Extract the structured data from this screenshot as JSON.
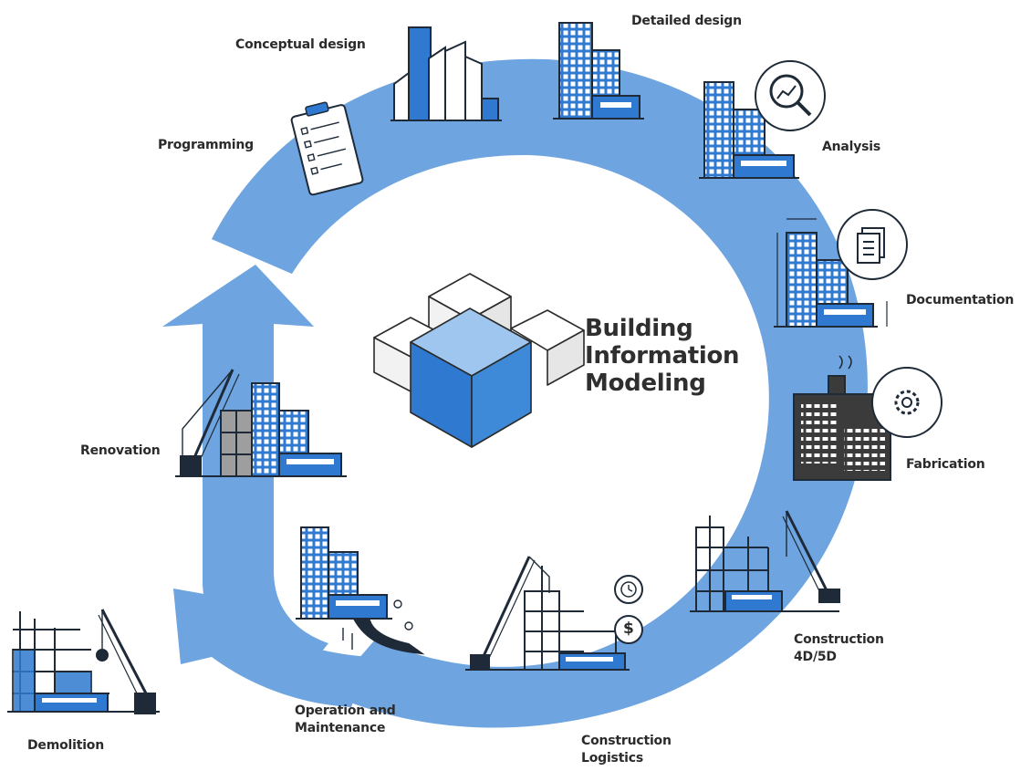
{
  "title": {
    "line1": "Building",
    "line2": "Information",
    "line3": "Modeling"
  },
  "stages": {
    "conceptual_design": "Conceptual design",
    "detailed_design": "Detailed design",
    "programming": "Programming",
    "analysis": "Analysis",
    "documentation": "Documentation",
    "fabrication": "Fabrication",
    "renovation": "Renovation",
    "construction_4d5d": [
      "Construction",
      "4D/5D"
    ],
    "operation_maintenance": [
      "Operation and",
      "Maintenance"
    ],
    "construction_logistics": [
      "Construction",
      "Logistics"
    ],
    "demolition": "Demolition"
  },
  "colors": {
    "cycle_ring": "#6ea4e0",
    "building_blue": "#2f7ad0",
    "dark_outline": "#1e2a38",
    "cube_light": "#9ec6ee"
  }
}
